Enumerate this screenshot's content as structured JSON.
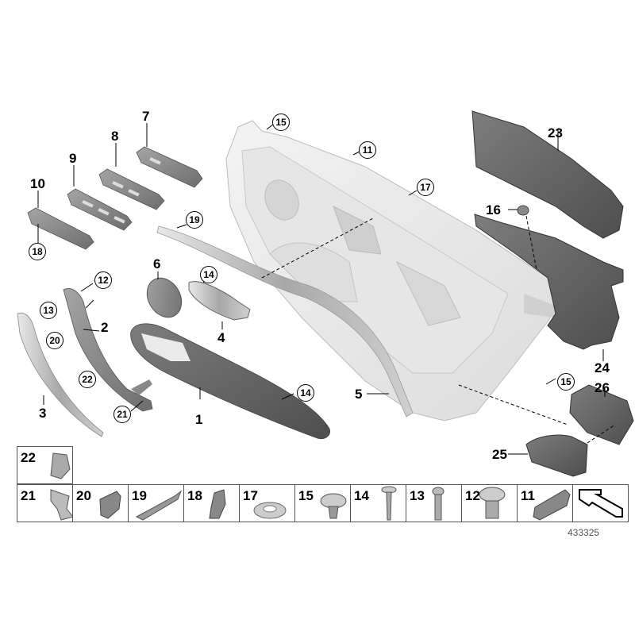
{
  "diagram": {
    "type": "exploded parts diagram",
    "subject": "Door trim panel assembly",
    "reference_number": "433325"
  },
  "callouts": {
    "c1": "1",
    "c2": "2",
    "c3": "3",
    "c4": "4",
    "c5": "5",
    "c6": "6",
    "c7": "7",
    "c8": "8",
    "c9": "9",
    "c10": "10",
    "c11": "11",
    "c12": "12",
    "c13": "13",
    "c14a": "14",
    "c14b": "14",
    "c15a": "15",
    "c15b": "15",
    "c16": "16",
    "c17": "17",
    "c18": "18",
    "c19": "19",
    "c20": "20",
    "c21": "21",
    "c22": "22",
    "c23": "23",
    "c24": "24",
    "c25": "25",
    "c26": "26"
  },
  "fastener_table": {
    "top_row": [
      {
        "num": "22",
        "part": "clip"
      }
    ],
    "bottom_row": [
      {
        "num": "21",
        "part": "clip"
      },
      {
        "num": "20",
        "part": "clip"
      },
      {
        "num": "19",
        "part": "clip strip"
      },
      {
        "num": "18",
        "part": "clip"
      },
      {
        "num": "17",
        "part": "lock washer"
      },
      {
        "num": "15",
        "part": "expanding rivet"
      },
      {
        "num": "14",
        "part": "sheet metal screw"
      },
      {
        "num": "13",
        "part": "screw"
      },
      {
        "num": "12",
        "part": "expanding nut"
      },
      {
        "num": "11",
        "part": "clip"
      },
      {
        "num": "",
        "part": "direction arrow"
      }
    ]
  }
}
